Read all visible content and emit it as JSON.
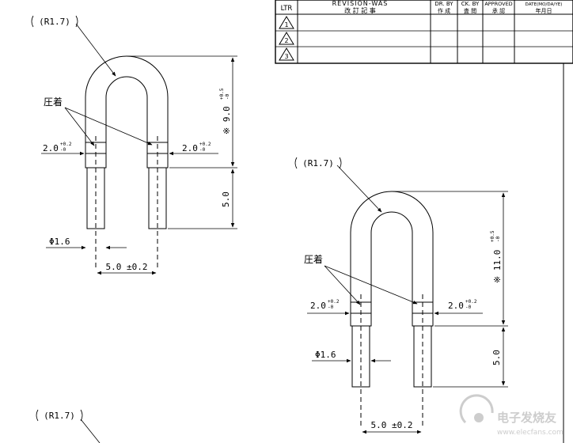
{
  "revision_table": {
    "ltr_header": "LTR",
    "revision_header": "REVISION-WAS",
    "revision_header_jp": "改 訂 記 事",
    "dr_by": "DR. BY",
    "dr_by_jp": "作 成",
    "ck_by": "CK. BY",
    "ck_by_jp": "査 閲",
    "approved": "APPROVED",
    "approved_jp": "承 認",
    "date": "DATE(MO/DA/YE)",
    "date_jp": "年月日",
    "rows": [
      {
        "ltr": "1"
      },
      {
        "ltr": "2"
      },
      {
        "ltr": "3"
      }
    ]
  },
  "part_a": {
    "radius": "(R1.7)",
    "crimp": "圧着",
    "crimp_left": "2.0",
    "crimp_left_tol_upper": "+0.2",
    "crimp_left_tol_lower": "-0",
    "crimp_right": "2.0",
    "crimp_right_tol_upper": "+0.2",
    "crimp_right_tol_lower": "-0",
    "height": "※ 9.0",
    "height_tol_upper": "+0.5",
    "height_tol_lower": "-0",
    "leg": "5.0",
    "diameter": "Φ1.6",
    "pitch": "5.0 ±0.2"
  },
  "part_b": {
    "radius": "(R1.7)",
    "crimp": "圧着",
    "crimp_left": "2.0",
    "crimp_left_tol_upper": "+0.2",
    "crimp_left_tol_lower": "-0",
    "crimp_right": "2.0",
    "crimp_right_tol_upper": "+0.2",
    "crimp_right_tol_lower": "-0",
    "height": "※ 11.0",
    "height_tol_upper": "+0.5",
    "height_tol_lower": "-0",
    "leg": "5.0",
    "diameter": "Φ1.6",
    "pitch": "5.0 ±0.2"
  },
  "part_c": {
    "radius": "(R1.7)"
  },
  "watermark": {
    "brand": "电子发烧友",
    "site": "www.elecfans.com"
  }
}
